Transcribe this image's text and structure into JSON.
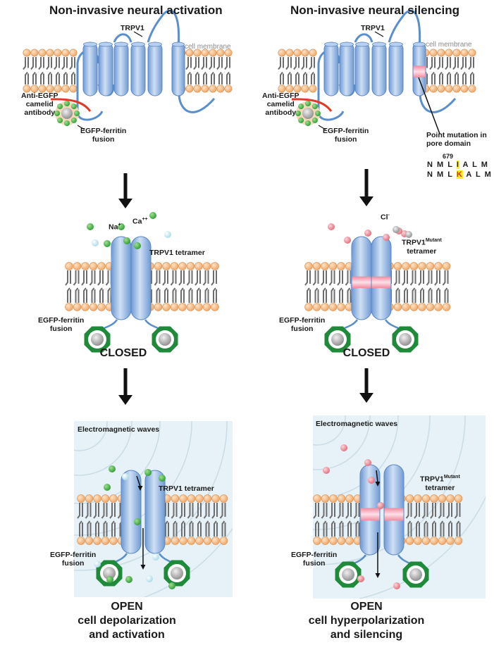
{
  "titles": {
    "left": "Non-invasive neural activation",
    "right": "Non-invasive neural silencing"
  },
  "labels": {
    "trpv1": "TRPV1",
    "cell_membrane": "cell membrane",
    "anti_egfp_1": "Anti-EGFP",
    "anti_egfp_2": "camelid",
    "anti_egfp_3": "antibody",
    "egfp_ferritin_1": "EGFP-ferritin",
    "egfp_ferritin_2": "fusion",
    "point_mutation_1": "Point mutation in",
    "point_mutation_2": "pore domain",
    "residue_number": "679",
    "na": "Na",
    "na_sup": "+",
    "ca": "Ca",
    "ca_sup": "++",
    "cl": "Cl",
    "cl_sup": "-",
    "trpv1_tetramer": "TRPV1 tetramer",
    "trpv1_mutant_base": "TRPV1",
    "trpv1_mutant_sup": "Mutant",
    "tetramer": "tetramer",
    "em_waves": "Electromagnetic waves"
  },
  "sequence": {
    "wt_prefix": "N M L",
    "wt_residue": "I",
    "wt_suffix": "A L M",
    "mut_prefix": "N M L",
    "mut_residue": "K",
    "mut_suffix": "A L M"
  },
  "states": {
    "closed": "CLOSED",
    "open": "OPEN",
    "left_open_line2": "cell depolarization",
    "left_open_line3": "and activation",
    "right_open_line2": "cell hyperpolarization",
    "right_open_line3": "and silencing"
  },
  "colors": {
    "helix": "#8fb4e0",
    "loop": "#5b8fcc",
    "lipid_head": "#f2b77e",
    "lipid_tail": "#6d6d6d",
    "antibody": "#e03a2a",
    "ferritin_ring": "#1f8a3a",
    "calcium": "#4db04a",
    "sodium": "#bfe3ee",
    "chloride": "#ec8f98",
    "mutation": "#f6b3c0",
    "waves_bg": "#e6f2f8",
    "highlight": "#ffee22"
  }
}
